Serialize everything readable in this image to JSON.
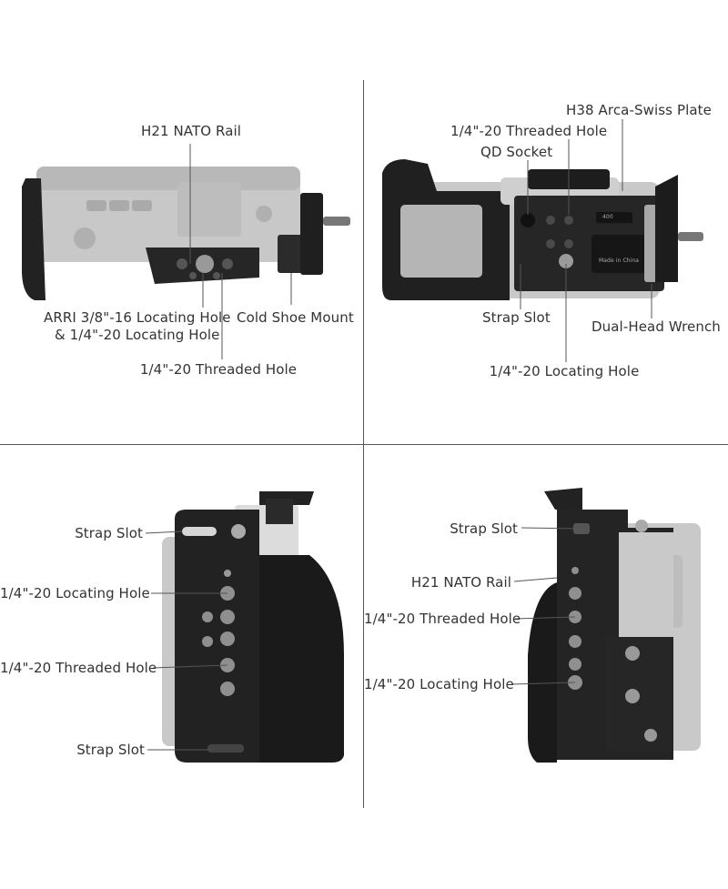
{
  "panels": {
    "top_left": {
      "nato_rail": "H21 NATO Rail",
      "arri_hole_line1": "ARRI 3/8\"-16 Locating Hole",
      "arri_hole_line2": "& 1/4\"-20 Locating Hole",
      "cold_shoe": "Cold Shoe Mount",
      "threaded_hole": "1/4\"-20 Threaded Hole"
    },
    "top_right": {
      "arca_plate": "H38 Arca-Swiss Plate",
      "threaded_hole": "1/4\"-20 Threaded Hole",
      "qd_socket": "QD Socket",
      "strap_slot": "Strap Slot",
      "wrench": "Dual-Head Wrench",
      "locating_hole": "1/4\"-20 Locating Hole",
      "plate_marking": "Made in China",
      "plate_number": "400"
    },
    "bottom_left": {
      "strap_slot_top": "Strap Slot",
      "locating_hole": "1/4\"-20 Locating Hole",
      "threaded_hole": "1/4\"-20 Threaded Hole",
      "strap_slot_bottom": "Strap Slot"
    },
    "bottom_right": {
      "strap_slot": "Strap Slot",
      "nato_rail": "H21 NATO Rail",
      "threaded_hole": "1/4\"-20 Threaded Hole",
      "locating_hole": "1/4\"-20 Locating Hole"
    }
  },
  "colors": {
    "cage_black": "#1f1f1f",
    "camera_gray": "#c9c9c9",
    "line_gray": "#555555"
  }
}
